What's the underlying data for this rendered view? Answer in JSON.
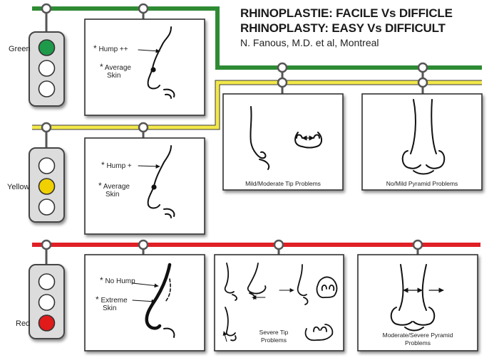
{
  "title": {
    "line1": "RHINOPLASTIE: FACILE Vs DIFFICLE",
    "line2": "RHINOPLASTY: EASY Vs DIFFICULT",
    "author": "N. Fanous, M.D. et al,  Montreal"
  },
  "rows": {
    "green": {
      "signal_label": "Green",
      "lit_color": "#1f9a4a",
      "line_color": "#2e8b34",
      "profile_labels": [
        "Hump ++",
        "Average\nSkin"
      ]
    },
    "yellow": {
      "signal_label": "Yellow",
      "lit_color": "#f0d000",
      "line_color": "#f2e84a",
      "profile_labels": [
        "Hump +",
        "Average\nSkin"
      ],
      "panels": [
        {
          "caption": "Mild/Moderate Tip Problems"
        },
        {
          "caption": "No/Mild Pyramid Problems"
        }
      ]
    },
    "red": {
      "signal_label": "Red",
      "lit_color": "#e11a1a",
      "line_color": "#e01f26",
      "profile_labels": [
        "No Hump",
        "Extreme\nSkin"
      ],
      "panels": [
        {
          "caption": "Severe Tip\nProblems"
        },
        {
          "caption": "Moderate/Severe Pyramid\nProblems"
        }
      ]
    }
  },
  "colors": {
    "signal_body": "#dcdcdc",
    "panel_border": "#333333",
    "unlit_lamp": "#ffffff"
  }
}
